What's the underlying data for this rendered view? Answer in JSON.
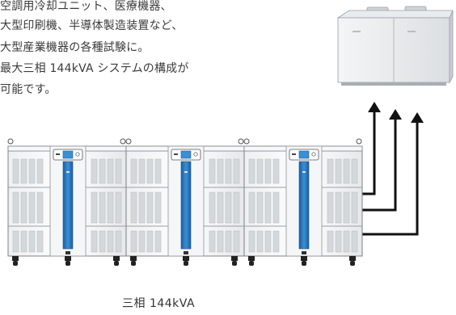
{
  "description": {
    "lines": [
      "空調用冷却ユニット、医療機器、",
      "大型印刷機、半導体製造装置など、",
      "大型産業機器の各種試験に。",
      "最大三相 144kVA システムの構成が",
      "可能です。"
    ]
  },
  "caption": "三相 144kVA",
  "colors": {
    "accent_blue": "#2d7fc1",
    "cabinet_gray": "#d9dadb",
    "arrow_black": "#111111"
  },
  "icons": [
    "power-supply-unit",
    "cooling-unit",
    "arrow-up"
  ]
}
